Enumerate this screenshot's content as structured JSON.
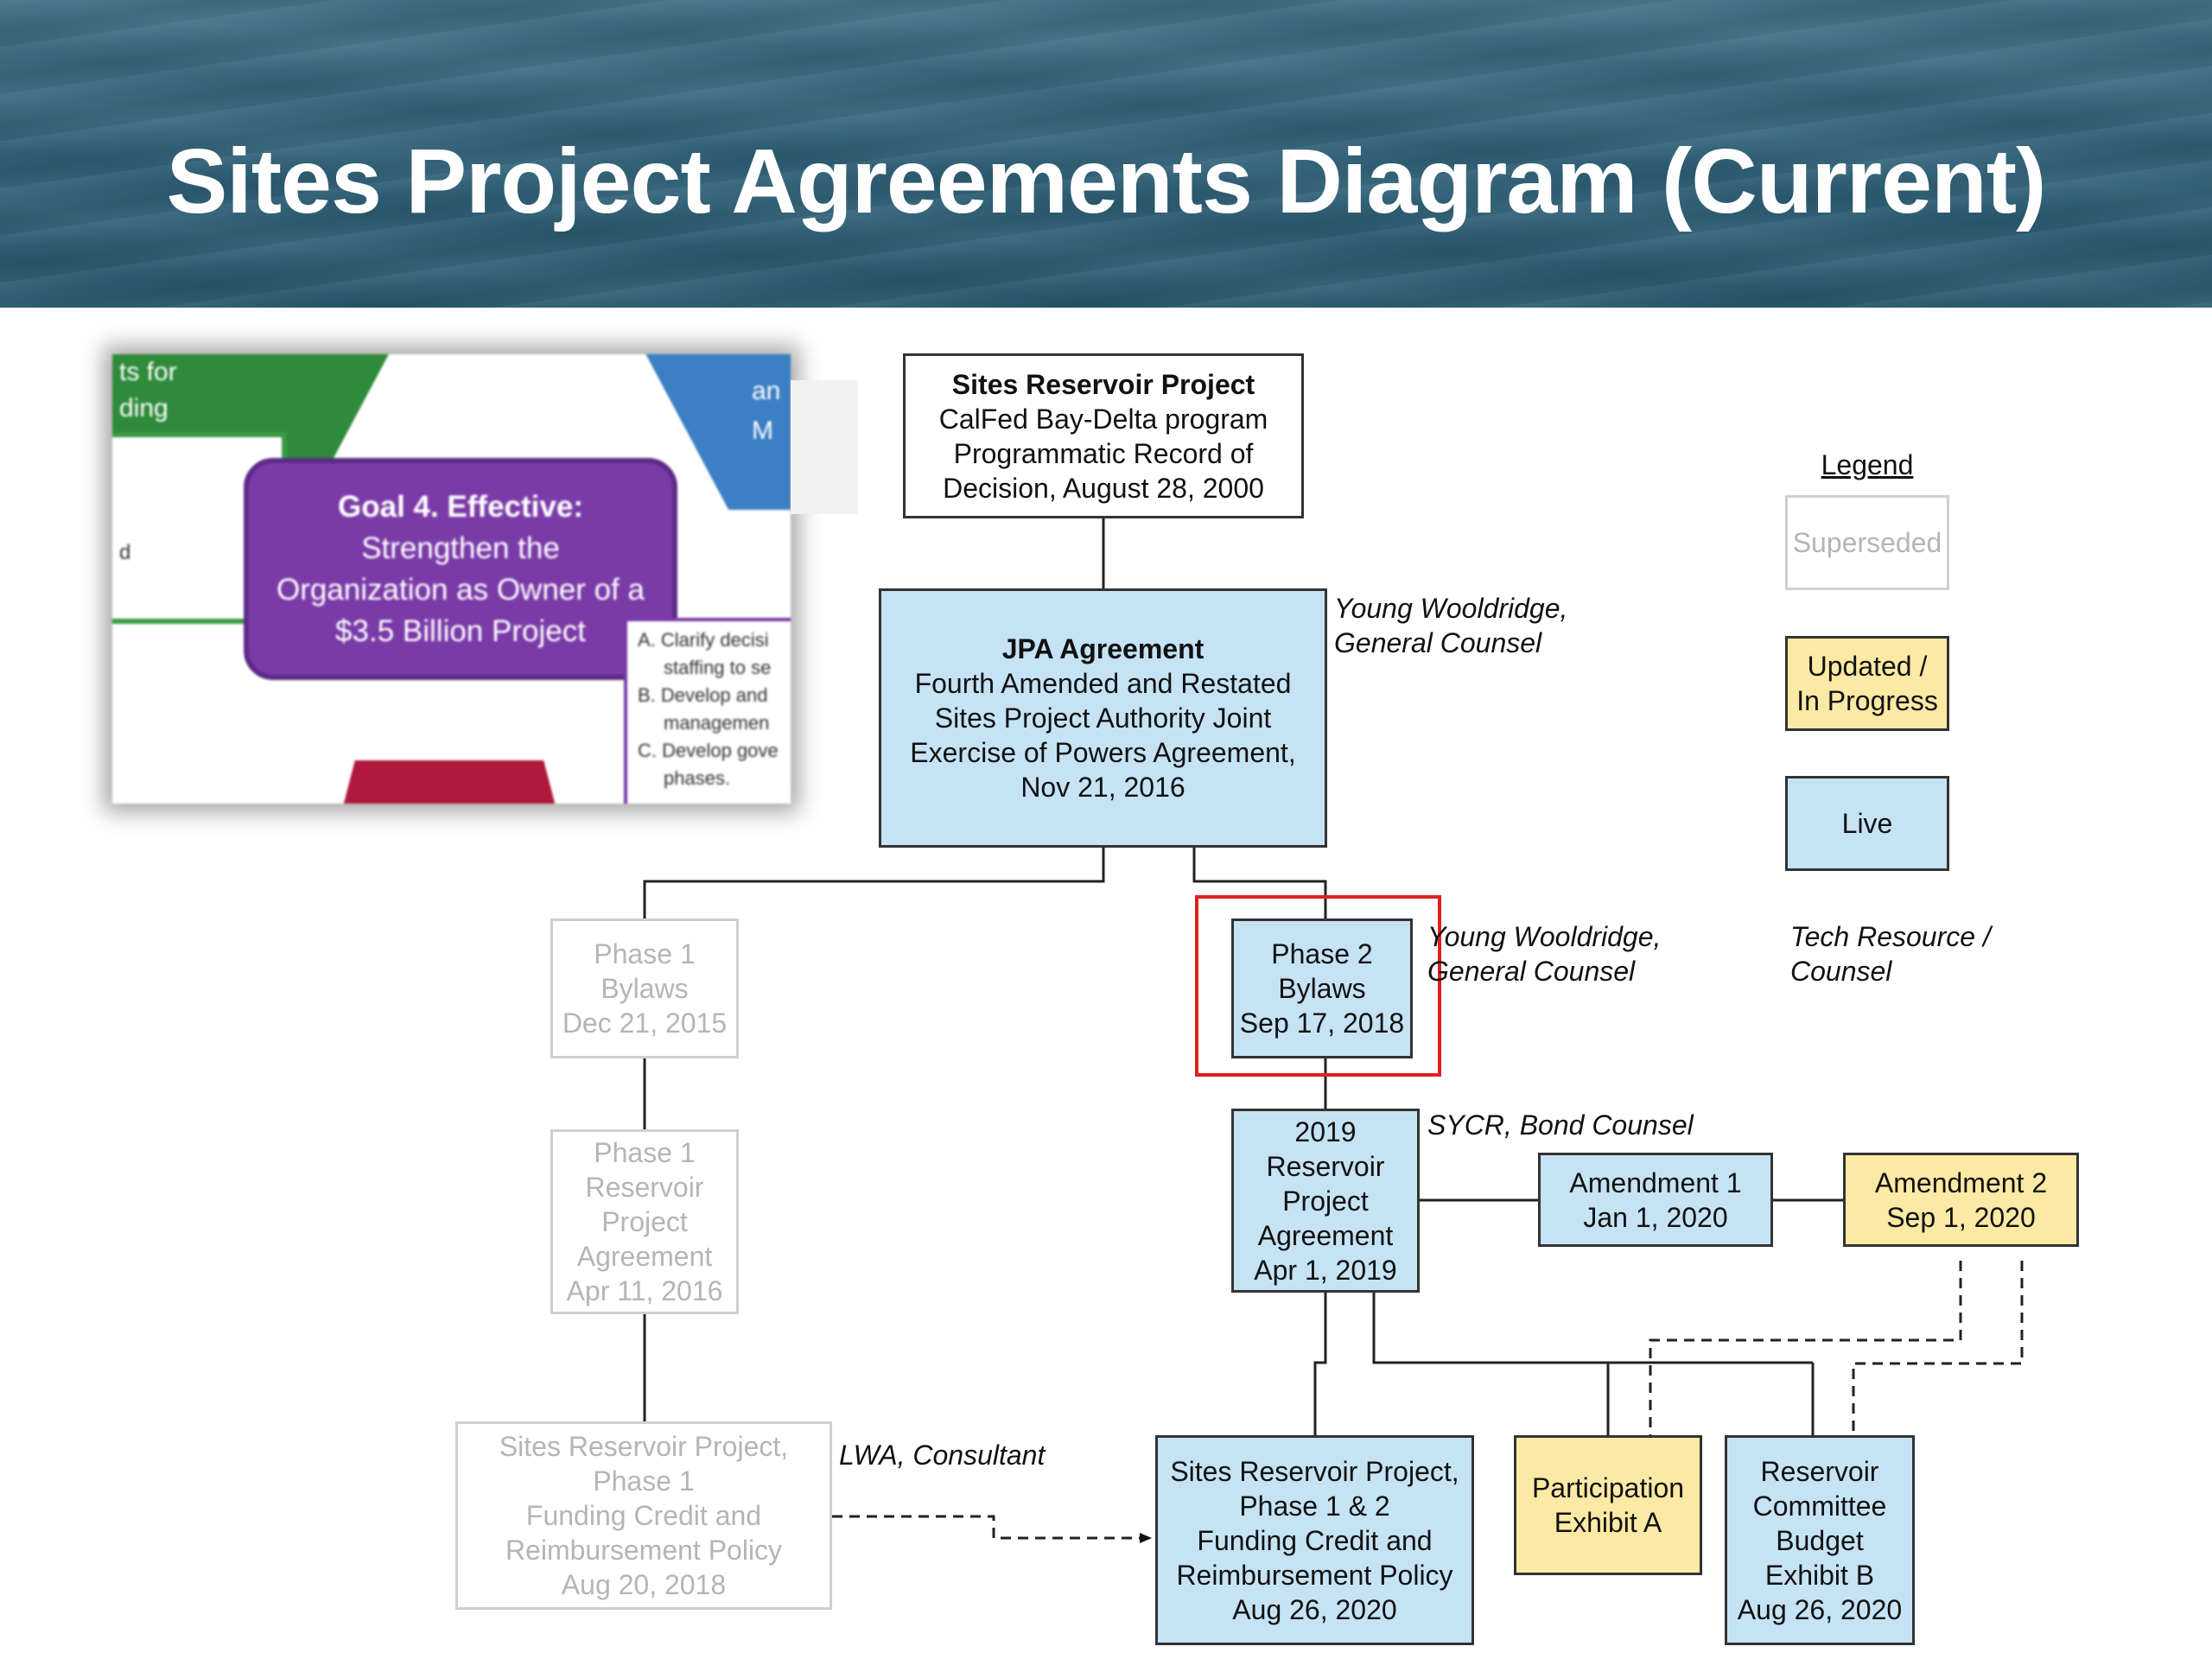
{
  "header": {
    "title": "Sites Project Agreements Diagram (Current)"
  },
  "thumbnail": {
    "goal_title": "Goal 4. Effective:",
    "goal_body": [
      "Strengthen the",
      "Organization as Owner of a",
      "$3.5 Billion Project"
    ],
    "list_items": [
      "A. Clarify decisi",
      "staffing to se",
      "B. Develop and",
      "managemen",
      "C. Develop gove",
      "phases."
    ],
    "green_text": [
      "ts for",
      "ding"
    ],
    "blue_text": [
      "an",
      "M"
    ],
    "white_text": "d"
  },
  "diagram": {
    "record": {
      "title": "Sites Reservoir Project",
      "lines": [
        "CalFed Bay-Delta program",
        "Programmatic Record of",
        "Decision, August 28, 2000"
      ]
    },
    "jpa": {
      "title": "JPA Agreement",
      "lines": [
        "Fourth Amended and Restated",
        "Sites Project Authority Joint",
        "Exercise of Powers Agreement,",
        "Nov 21, 2016"
      ]
    },
    "phase1_bylaws": {
      "lines": [
        "Phase 1",
        "Bylaws",
        "Dec 21, 2015"
      ]
    },
    "phase2_bylaws": {
      "lines": [
        "Phase 2",
        "Bylaws",
        "Sep 17, 2018"
      ]
    },
    "phase1_agreement": {
      "lines": [
        "Phase 1",
        "Reservoir",
        "Project",
        "Agreement",
        "Apr 11, 2016"
      ]
    },
    "agreement_2019": {
      "lines": [
        "2019",
        "Reservoir",
        "Project",
        "Agreement",
        "Apr 1, 2019"
      ]
    },
    "amendment1": {
      "lines": [
        "Amendment 1",
        "Jan 1, 2020"
      ]
    },
    "amendment2": {
      "lines": [
        "Amendment 2",
        "Sep 1, 2020"
      ]
    },
    "funding_phase1": {
      "lines": [
        "Sites Reservoir Project,",
        "Phase 1",
        "Funding Credit and",
        "Reimbursement Policy",
        "Aug 20, 2018"
      ]
    },
    "funding_phase12": {
      "lines": [
        "Sites Reservoir Project,",
        "Phase 1 & 2",
        "Funding Credit and",
        "Reimbursement Policy",
        "Aug 26, 2020"
      ]
    },
    "exhibit_a": {
      "lines": [
        "Participation",
        "Exhibit A"
      ]
    },
    "exhibit_b": {
      "lines": [
        "Reservoir",
        "Committee",
        "Budget",
        "Exhibit B",
        "Aug 26, 2020"
      ]
    },
    "notes": {
      "jpa_counsel": [
        "Young Wooldridge,",
        "General Counsel"
      ],
      "bylaws_counsel": [
        "Young Wooldridge,",
        "General Counsel"
      ],
      "bond_counsel": "SYCR, Bond Counsel",
      "consultant": "LWA, Consultant"
    }
  },
  "legend": {
    "title": "Legend",
    "superseded": "Superseded",
    "in_progress": [
      "Updated /",
      "In Progress"
    ],
    "live": "Live",
    "tech": [
      "Tech Resource /",
      "Counsel"
    ]
  },
  "colors": {
    "live": "#c5e3f5",
    "in_progress": "#fbe9a4",
    "superseded_text": "#b5b5b5",
    "highlight": "#e02020",
    "header": "#2f6178"
  }
}
